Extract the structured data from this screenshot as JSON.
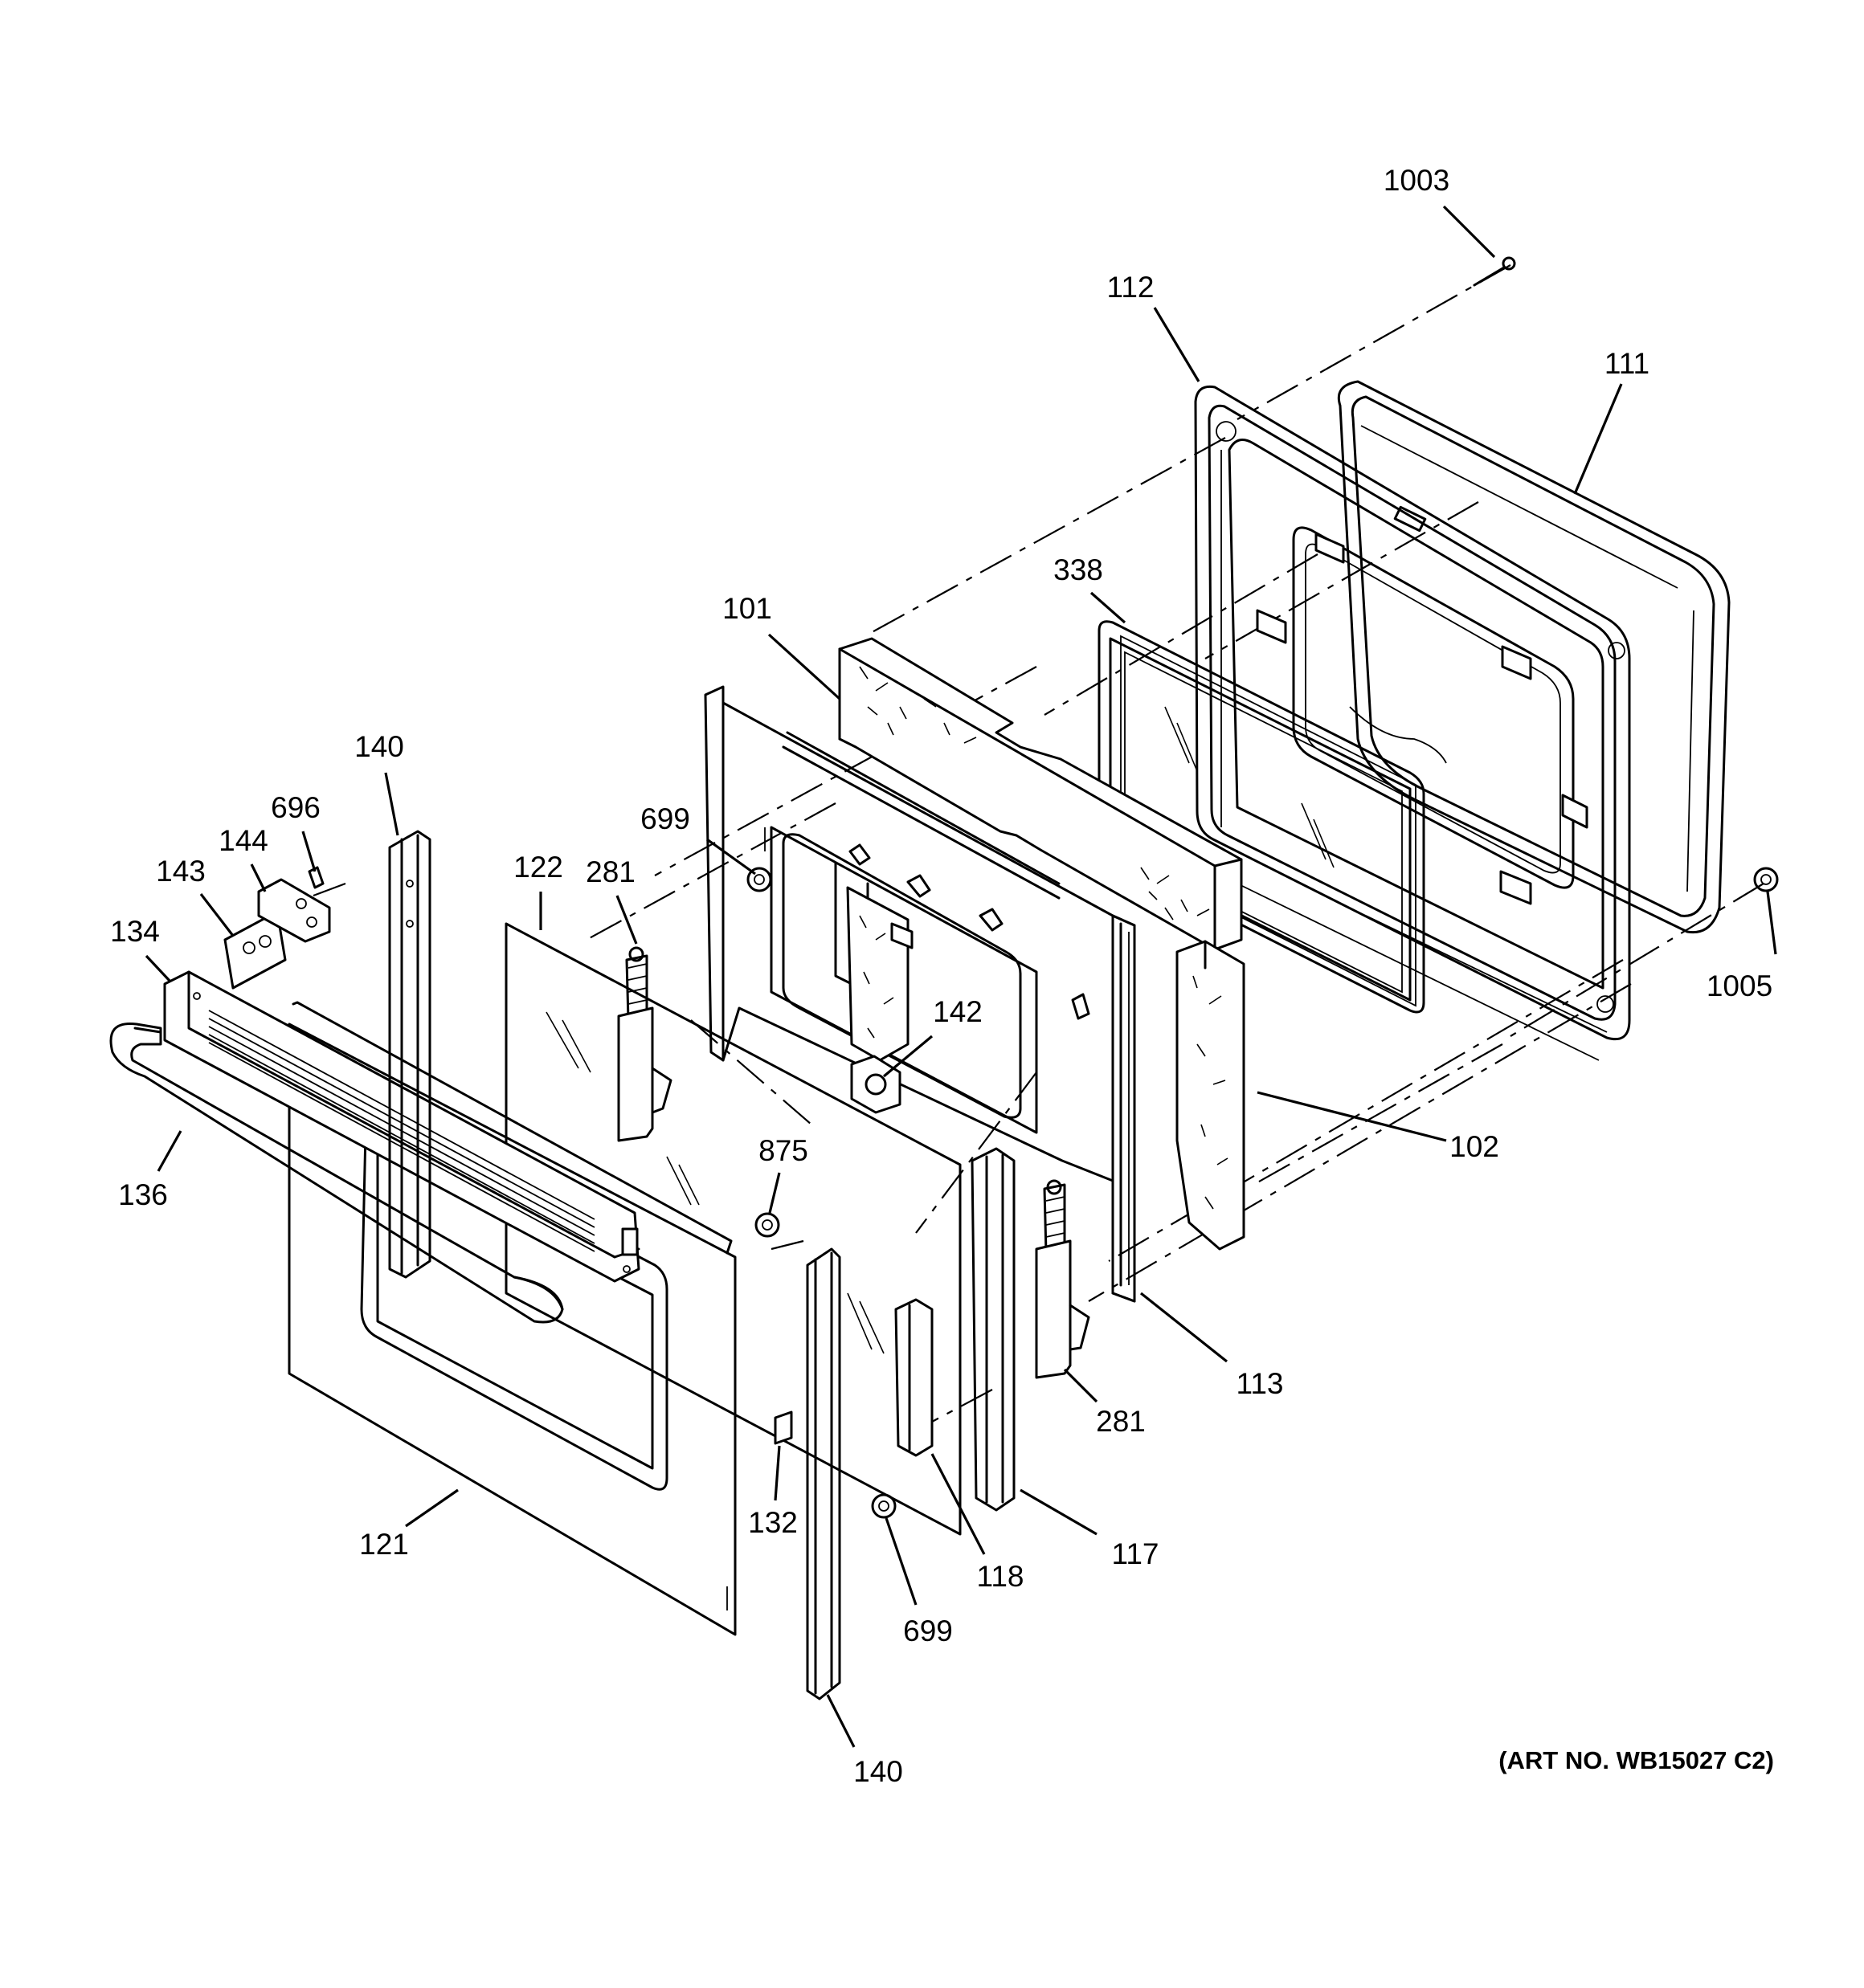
{
  "diagram": {
    "art_number": "(ART NO. WB15027 C2)",
    "callouts": [
      {
        "id": "1003",
        "label": "1003"
      },
      {
        "id": "112",
        "label": "112"
      },
      {
        "id": "111",
        "label": "111"
      },
      {
        "id": "338",
        "label": "338"
      },
      {
        "id": "101",
        "label": "101"
      },
      {
        "id": "140-top",
        "label": "140"
      },
      {
        "id": "696",
        "label": "696"
      },
      {
        "id": "144",
        "label": "144"
      },
      {
        "id": "143",
        "label": "143"
      },
      {
        "id": "134",
        "label": "134"
      },
      {
        "id": "699-top",
        "label": "699"
      },
      {
        "id": "122",
        "label": "122"
      },
      {
        "id": "281-left",
        "label": "281"
      },
      {
        "id": "142",
        "label": "142"
      },
      {
        "id": "1005",
        "label": "1005"
      },
      {
        "id": "102",
        "label": "102"
      },
      {
        "id": "136",
        "label": "136"
      },
      {
        "id": "875",
        "label": "875"
      },
      {
        "id": "113",
        "label": "113"
      },
      {
        "id": "281-right",
        "label": "281"
      },
      {
        "id": "121",
        "label": "121"
      },
      {
        "id": "132",
        "label": "132"
      },
      {
        "id": "118",
        "label": "118"
      },
      {
        "id": "117",
        "label": "117"
      },
      {
        "id": "699-bottom",
        "label": "699"
      },
      {
        "id": "140-bottom",
        "label": "140"
      }
    ]
  }
}
